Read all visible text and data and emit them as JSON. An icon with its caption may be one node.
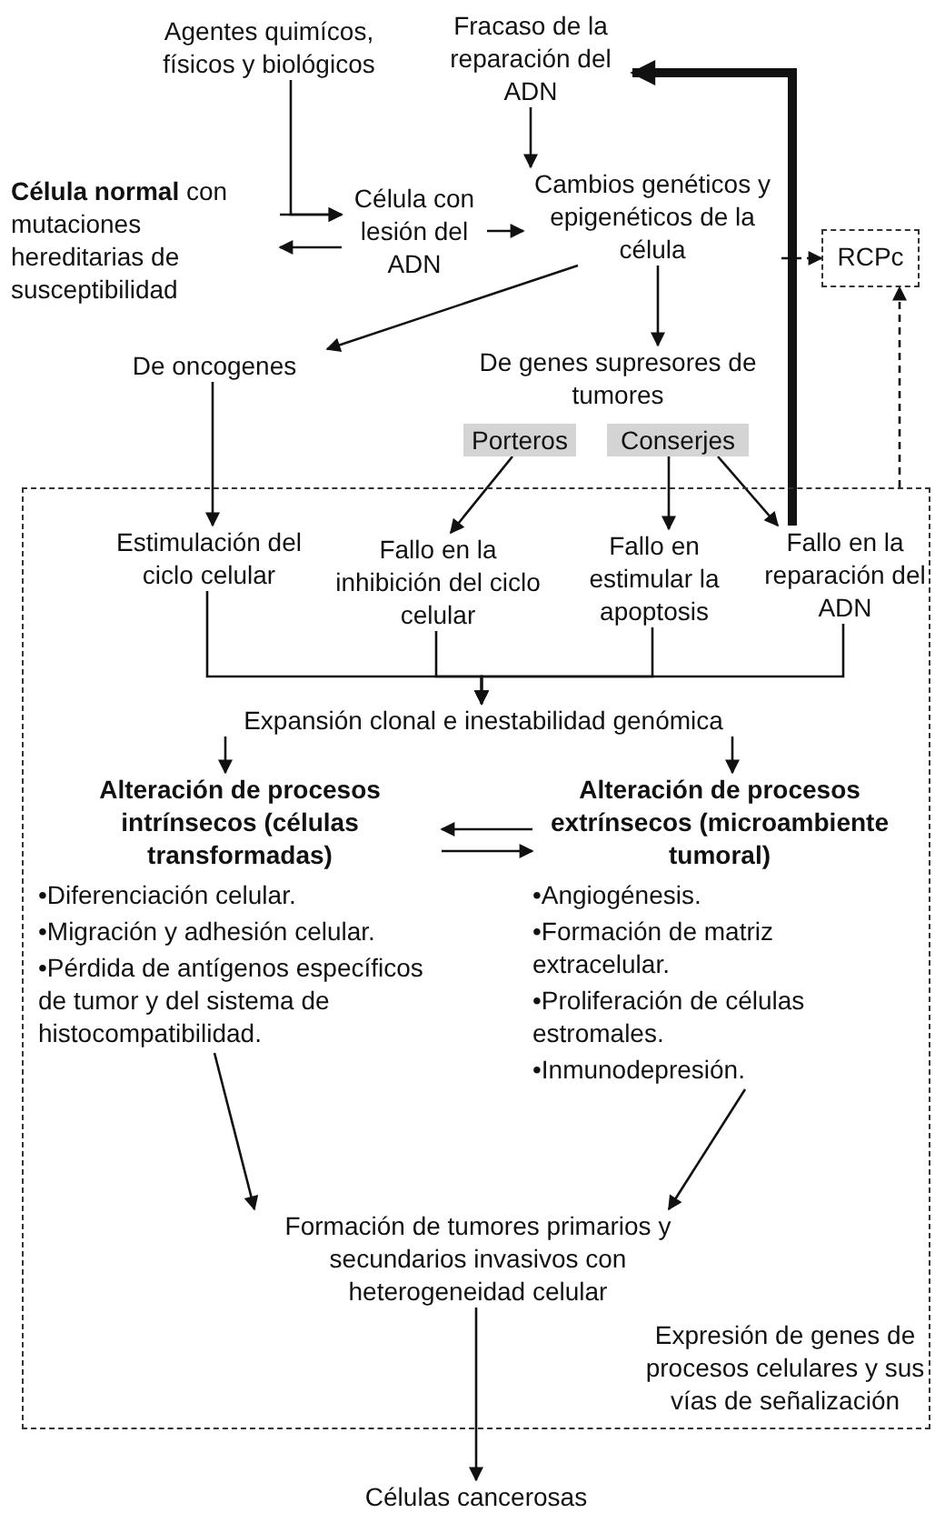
{
  "diagram": {
    "nodes": [
      {
        "text": [
          "Agentes quimícos, físicos y biológicos"
        ]
      },
      {
        "text": [
          "Fracaso de la reparación del ADN"
        ]
      },
      {
        "text": [
          "**Célula normal** con mutaciones hereditarias de susceptibilidad"
        ]
      },
      {
        "text": [
          "Célula con lesión del ADN"
        ]
      },
      {
        "text": [
          "Cambios genéticos y epigenéticos de la célula"
        ]
      },
      {
        "text": [
          "RCPc"
        ]
      },
      {
        "text": [
          "De oncogenes"
        ]
      },
      {
        "text": [
          "De genes supresores de tumores"
        ]
      },
      {
        "text": [
          "Porteros"
        ]
      },
      {
        "text": [
          "Conserjes"
        ]
      },
      {
        "text": [
          "Expresión de genes de procesos celulares y sus vías de señalización"
        ]
      },
      {
        "text": [
          "Estimulación del ciclo celular"
        ],
        "in": 10
      },
      {
        "text": [
          "Fallo en la inhibición del ciclo celular"
        ],
        "in": 10
      },
      {
        "text": [
          "Fallo en estimular la apoptosis"
        ],
        "in": 10
      },
      {
        "text": [
          "Fallo en la reparación del ADN"
        ],
        "in": 10
      },
      {
        "text": [
          "Expansión clonal e inestabilidad genómica"
        ],
        "in": 10
      },
      {
        "text": [
          "Alteración de procesos intrínsecos (células transformadas)",
          "•Diferenciación celular.",
          "•Migración y adhesión celular.",
          "•Pérdida de antígenos específicos de tumor y del sistema de histocompatibilidad."
        ],
        "in": 10
      },
      {
        "text": [
          "Alteración de procesos extrínsecos (microambiente tumoral)",
          "•Angiogénesis.",
          "•Formación de matriz extracelular.",
          "•Proliferación de células estromales.",
          "•Inmunodepresión."
        ],
        "in": 10
      },
      {
        "text": [
          "Formación de tumores primarios y secundarios invasivos con heterogeneidad celular"
        ],
        "in": 10
      },
      {
        "text": [
          "Células cancerosas"
        ]
      }
    ],
    "edges": [
      {
        "from": 0,
        "to": 3,
        "arrow": "to"
      },
      {
        "from": 2,
        "to": 3,
        "arrow": "to"
      },
      {
        "from": 3,
        "to": 2,
        "arrow": "to"
      },
      {
        "from": 1,
        "to": 4,
        "arrow": "to"
      },
      {
        "from": 3,
        "to": 4,
        "arrow": "to"
      },
      {
        "from": 4,
        "to": 5,
        "arrow": "to",
        "style": "dashed"
      },
      {
        "from": 4,
        "to": 6,
        "arrow": "to"
      },
      {
        "from": 4,
        "to": 7,
        "arrow": "to"
      },
      {
        "from": 6,
        "to": 11,
        "arrow": "to"
      },
      {
        "from": 8,
        "to": 12,
        "arrow": "to"
      },
      {
        "from": 9,
        "to": 13,
        "arrow": "to"
      },
      {
        "from": 9,
        "to": 14,
        "arrow": "to"
      },
      {
        "from": 14,
        "to": 1,
        "arrow": "to",
        "style": "thick"
      },
      {
        "from": 10,
        "to": 5,
        "arrow": "to",
        "style": "dashed"
      },
      {
        "from": 11,
        "to": 15,
        "arrow": "to"
      },
      {
        "from": 12,
        "to": 15,
        "arrow": "to"
      },
      {
        "from": 13,
        "to": 15,
        "arrow": "to"
      },
      {
        "from": 14,
        "to": 15,
        "arrow": "to"
      },
      {
        "from": 15,
        "to": 16,
        "arrow": "to"
      },
      {
        "from": 15,
        "to": 17,
        "arrow": "to"
      },
      {
        "from": 17,
        "to": 16,
        "arrow": "to"
      },
      {
        "from": 16,
        "to": 17,
        "arrow": "to"
      },
      {
        "from": 16,
        "to": 18,
        "arrow": "to"
      },
      {
        "from": 17,
        "to": 18,
        "arrow": "to"
      },
      {
        "from": 18,
        "to": 19,
        "arrow": "to"
      }
    ]
  }
}
